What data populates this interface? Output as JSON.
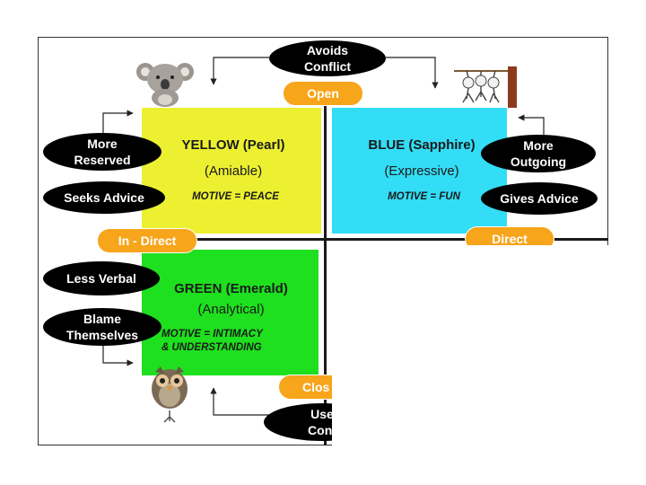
{
  "quadrants": {
    "yellow": {
      "title": "YELLOW (Pearl)",
      "style": "(Amiable)",
      "motive": "MOTIVE = PEACE",
      "color": "#ecf031"
    },
    "blue": {
      "title": "BLUE (Sapphire)",
      "style": "(Expressive)",
      "motive": "MOTIVE = FUN",
      "color": "#33ddf5"
    },
    "green": {
      "title": "GREEN (Emerald)",
      "style": "(Analytical)",
      "motive_line1": "MOTIVE = INTIMACY",
      "motive_line2": "& UNDERSTANDING",
      "color": "#1ee01e"
    }
  },
  "traits": {
    "avoids_conflict_1": "Avoids",
    "avoids_conflict_2": "Conflict",
    "more_reserved_1": "More",
    "more_reserved_2": "Reserved",
    "seeks_advice": "Seeks Advice",
    "more_outgoing_1": "More",
    "more_outgoing_2": "Outgoing",
    "gives_advice": "Gives Advice",
    "less_verbal": "Less Verbal",
    "blame_themselves_1": "Blame",
    "blame_themselves_2": "Themselves",
    "uses_conflict_1": "Use",
    "uses_conflict_2": "Conf"
  },
  "axes": {
    "open": "Open",
    "closed": "Clos",
    "indirect": "In - Direct",
    "direct": "Direct"
  },
  "colors": {
    "pill": "#f7a51b",
    "ellipse": "#000000"
  },
  "icons": {
    "yellow": "koala-icon",
    "blue": "monkeys-icon",
    "green": "owl-icon"
  }
}
